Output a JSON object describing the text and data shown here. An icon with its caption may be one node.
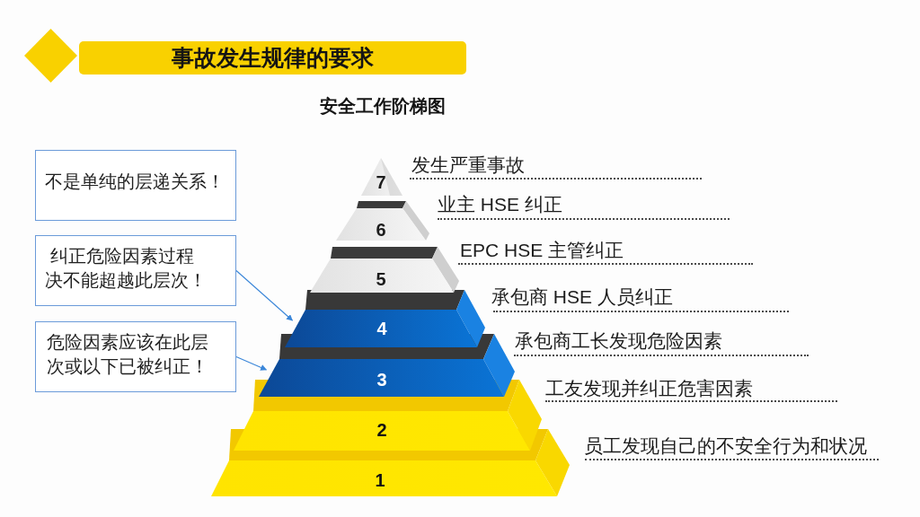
{
  "diagram": {
    "title": "事故发生规律的要求",
    "nodes": [
      {
        "text": [
          "不是单纯的层递关系！"
        ]
      },
      {
        "text": [
          "纠正危险因素过程决不能超越此层次！"
        ]
      },
      {
        "text": [
          "危险因素应该在此层次或以下已被纠正！"
        ]
      },
      {
        "text": [
          "7"
        ],
        "beside": [
          "发生严重事故"
        ]
      },
      {
        "text": [
          "6"
        ],
        "beside": [
          "业主 HSE 纠正"
        ]
      },
      {
        "text": [
          "5"
        ],
        "beside": [
          "EPC HSE 主管纠正"
        ]
      },
      {
        "text": [
          "4"
        ],
        "beside": [
          "承包商 HSE 人员纠正"
        ]
      },
      {
        "text": [
          "3"
        ],
        "beside": [
          "承包商工长发现危险因素"
        ]
      },
      {
        "text": [
          "2"
        ],
        "beside": [
          "工友发现并纠正危害因素"
        ]
      },
      {
        "text": [
          "1"
        ],
        "beside": [
          "员工发现自己的不安全行为和状况"
        ]
      }
    ],
    "edges": [
      {
        "from": 1,
        "to": 6,
        "arrow": "to"
      },
      {
        "from": 2,
        "to": 7,
        "arrow": "to"
      }
    ],
    "labels": [
      "安全工作阶梯图"
    ]
  }
}
